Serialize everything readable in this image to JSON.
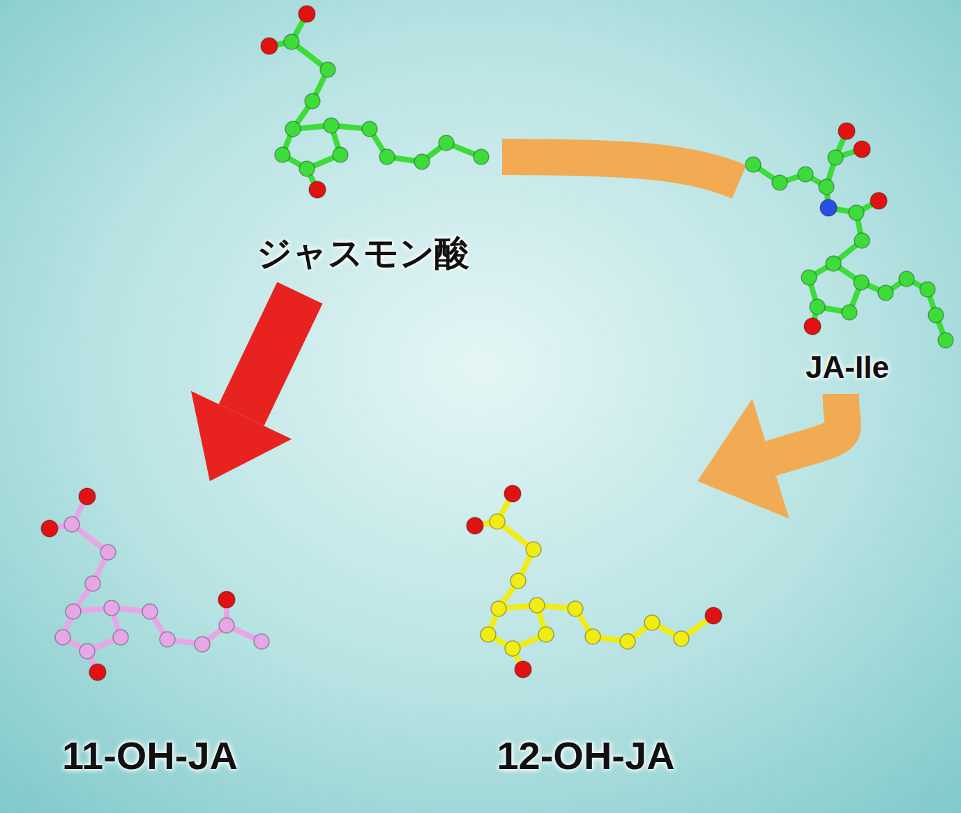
{
  "diagram": {
    "nodes": [
      {
        "text": [
          "ジャスモン酸"
        ]
      },
      {
        "text": [
          "JA-Ile"
        ]
      },
      {
        "text": [
          "11-OH-JA"
        ]
      },
      {
        "text": [
          "12-OH-JA"
        ]
      }
    ],
    "edges": [
      {
        "from": 0,
        "to": 2,
        "arrow": "to"
      },
      {
        "from": 0,
        "to": 1,
        "arrow": "none"
      },
      {
        "from": 1,
        "to": 3,
        "arrow": "to"
      }
    ]
  }
}
